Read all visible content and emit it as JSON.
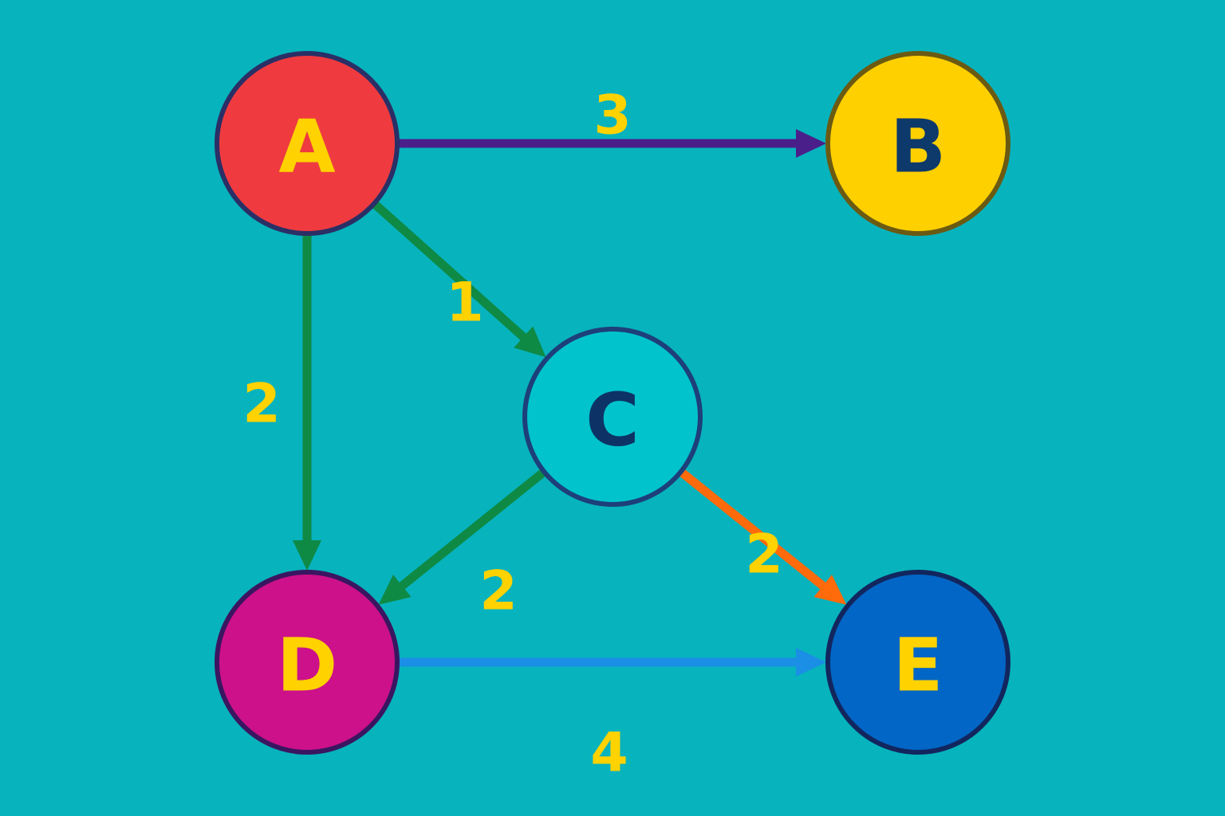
{
  "background": "#07b3bd",
  "label_color": "#ffd200",
  "nodes": [
    {
      "id": "A",
      "label": "A",
      "fill": "#ef3b3f",
      "stroke": "#2a2f66",
      "text": "#ffd200"
    },
    {
      "id": "B",
      "label": "B",
      "fill": "#ffd000",
      "stroke": "#6b5a12",
      "text": "#0d3a6b"
    },
    {
      "id": "C",
      "label": "C",
      "fill": "#00c3cc",
      "stroke": "#1d3f7a",
      "text": "#0d3366"
    },
    {
      "id": "D",
      "label": "D",
      "fill": "#cc118a",
      "stroke": "#3a1660",
      "text": "#ffd200"
    },
    {
      "id": "E",
      "label": "E",
      "fill": "#0266c6",
      "stroke": "#12265e",
      "text": "#ffd200"
    }
  ],
  "edges": [
    {
      "from": "A",
      "to": "B",
      "weight": "3",
      "color": "#4a1f8a"
    },
    {
      "from": "A",
      "to": "C",
      "weight": "1",
      "color": "#0e8a45"
    },
    {
      "from": "A",
      "to": "D",
      "weight": "2",
      "color": "#0e8a45"
    },
    {
      "from": "C",
      "to": "D",
      "weight": "2",
      "color": "#0e8a45"
    },
    {
      "from": "C",
      "to": "E",
      "weight": "2",
      "color": "#ff6a0a"
    },
    {
      "from": "D",
      "to": "E",
      "weight": "4",
      "color": "#1b8ee6"
    }
  ]
}
